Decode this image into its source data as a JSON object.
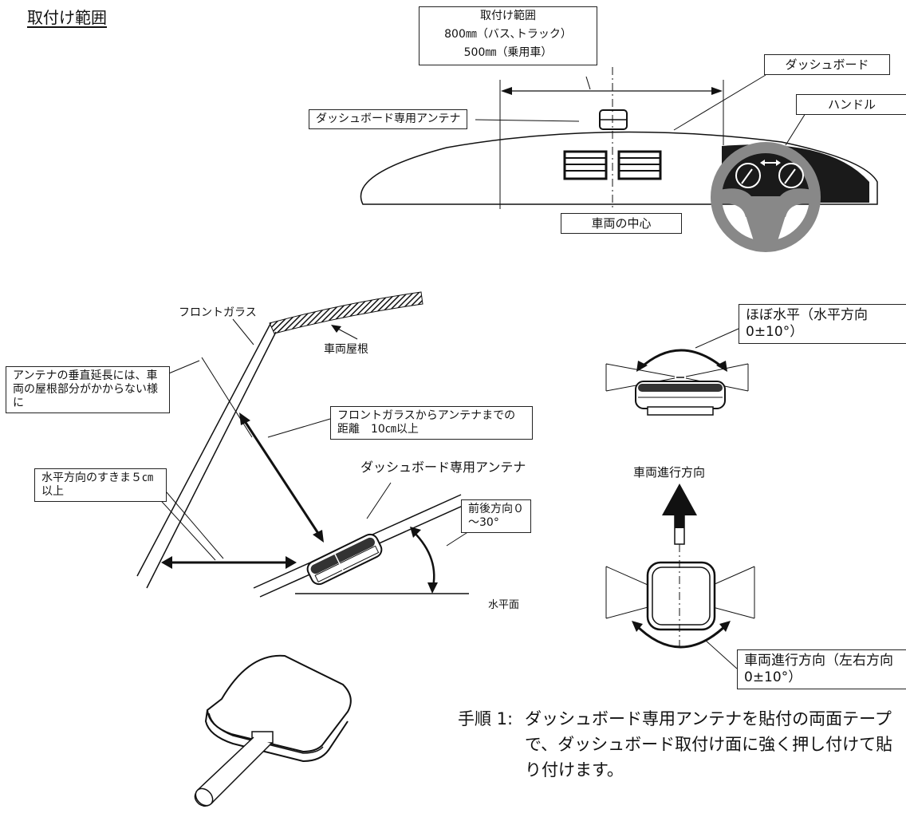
{
  "title": "取付け範囲",
  "range_box": {
    "line1": "取付け範囲",
    "line2": "800㎜（バス､トラック）",
    "line3": "500㎜（乗用車）"
  },
  "labels": {
    "dashboard": "ダッシュボード",
    "handle": "ハンドル",
    "antenna_top": "ダッシュボード専用アンテナ",
    "vehicle_center": "車両の中心",
    "windshield": "フロントガラス",
    "roof": "車両屋根",
    "vertical_note": "アンテナの垂直延長には、車両の屋根部分がかからない様に",
    "distance_note": "フロントガラスからアンテナまでの距離　10㎝以上",
    "antenna_side": "ダッシュボード専用アンテナ",
    "gap_note": "水平方向のすきま５㎝以上",
    "tilt_note": "前後方向０～30°",
    "horizontal_plane": "水平面",
    "level_note": "ほぼ水平（水平方向　0±10°）",
    "travel_direction": "車両進行方向",
    "lr_note": "車両進行方向（左右方向　0±10°）"
  },
  "step": {
    "number": "手順 1:",
    "text": "ダッシュボード専用アンテナを貼付の両面テープで、ダッシュボード取付け面に強く押し付けて貼り付けます。"
  }
}
